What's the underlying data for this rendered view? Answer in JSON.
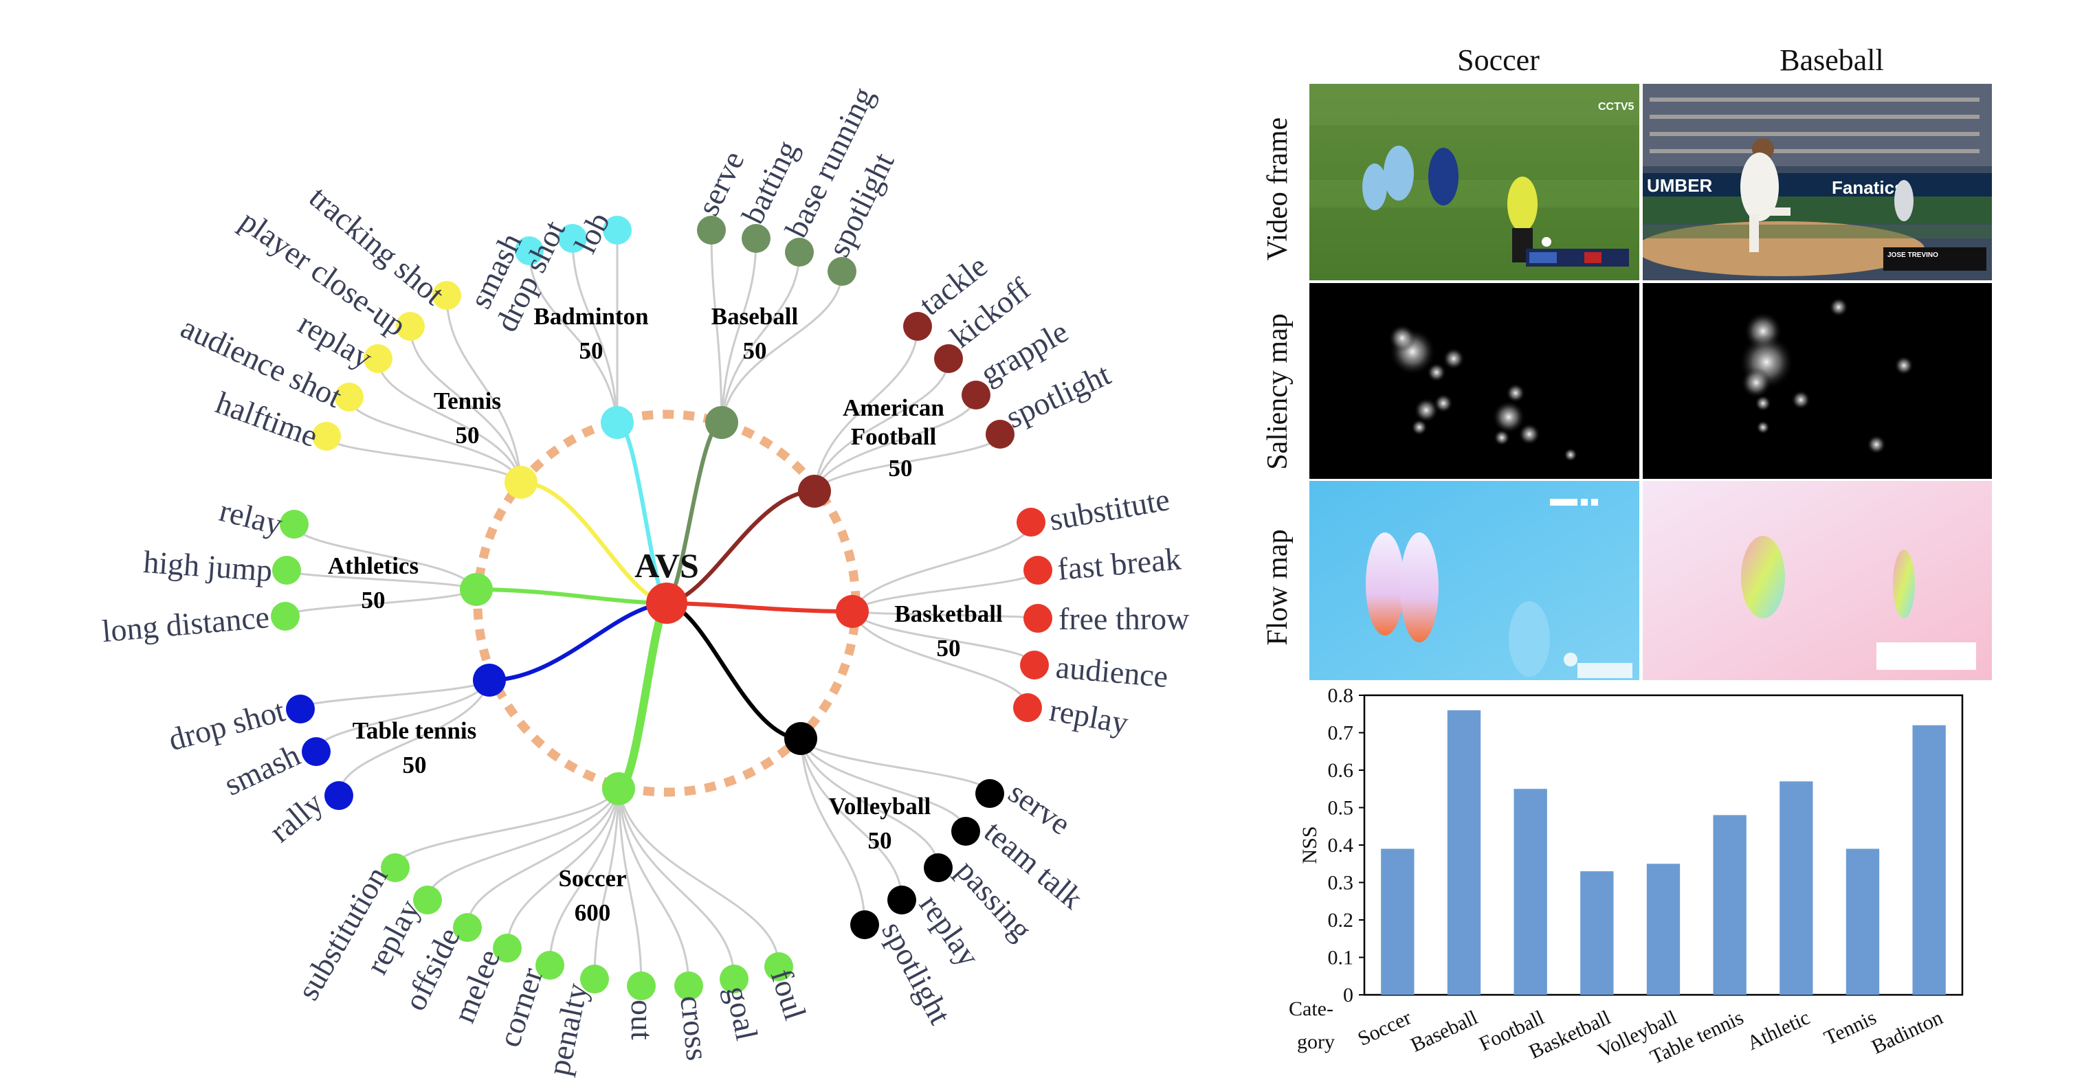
{
  "tree": {
    "root": "AVS",
    "categories": [
      {
        "key": "badminton",
        "name": "Badminton",
        "count": "50",
        "color": "#66ebf2",
        "leaves": [
          "smash",
          "drop shot",
          "lob"
        ]
      },
      {
        "key": "baseball",
        "name": "Baseball",
        "count": "50",
        "color": "#6e9160",
        "leaves": [
          "serve",
          "batting",
          "base running",
          "spotlight"
        ]
      },
      {
        "key": "football",
        "name": "American Football",
        "count": "50",
        "color": "#8b2a25",
        "leaves": [
          "tackle",
          "kickoff",
          "grapple",
          "spotlight"
        ]
      },
      {
        "key": "basketball",
        "name": "Basketball",
        "count": "50",
        "color": "#e8372a",
        "leaves": [
          "substitute",
          "fast break",
          "free throw",
          "audience",
          "replay"
        ]
      },
      {
        "key": "volleyball",
        "name": "Volleyball",
        "count": "50",
        "color": "#000000",
        "leaves": [
          "serve",
          "team talk",
          "passing",
          "replay",
          "spotlight"
        ]
      },
      {
        "key": "soccer",
        "name": "Soccer",
        "count": "600",
        "color": "#74e44d",
        "leaves": [
          "substitution",
          "replay",
          "offside",
          "melee",
          "corner",
          "penalty",
          "out",
          "cross",
          "goal",
          "foul"
        ]
      },
      {
        "key": "tabletennis",
        "name": "Table tennis",
        "count": "50",
        "color": "#0a18d4",
        "leaves": [
          "drop shot",
          "smash",
          "rally"
        ]
      },
      {
        "key": "athletics",
        "name": "Athletics",
        "count": "50",
        "color": "#74e44d",
        "leaves": [
          "relay",
          "high jump",
          "long distance"
        ]
      },
      {
        "key": "tennis",
        "name": "Tennis",
        "count": "50",
        "color": "#f7ef4f",
        "leaves": [
          "tracking shot",
          "player close-up",
          "replay",
          "audience shot",
          "halftime"
        ]
      }
    ],
    "ring_color": "#f0b184"
  },
  "panels": {
    "columns": [
      "Soccer",
      "Baseball"
    ],
    "rows": [
      "Video frame",
      "Saliency map",
      "Flow map"
    ],
    "overlay_text": {
      "soccer_logo": "CCTV5",
      "baseball_banner": "UMBER",
      "baseball_ad": "Fanatics",
      "baseball_name": "JOSE TREVINO"
    }
  },
  "chart_data": {
    "type": "bar",
    "title": "",
    "xlabel": "Cate-gory",
    "ylabel": "NSS",
    "categories": [
      "Soccer",
      "Baseball",
      "Football",
      "Basketball",
      "Volleyball",
      "Table tennis",
      "Athletic",
      "Tennis",
      "Badinton"
    ],
    "values": [
      0.39,
      0.76,
      0.55,
      0.33,
      0.35,
      0.48,
      0.57,
      0.39,
      0.72
    ],
    "ylim": [
      0,
      0.8
    ],
    "yticks": [
      "0",
      "0.1",
      "0.2",
      "0.3",
      "0.4",
      "0.5",
      "0.6",
      "0.7",
      "0.8"
    ],
    "bar_color": "#6b9bd2",
    "grid": false
  }
}
